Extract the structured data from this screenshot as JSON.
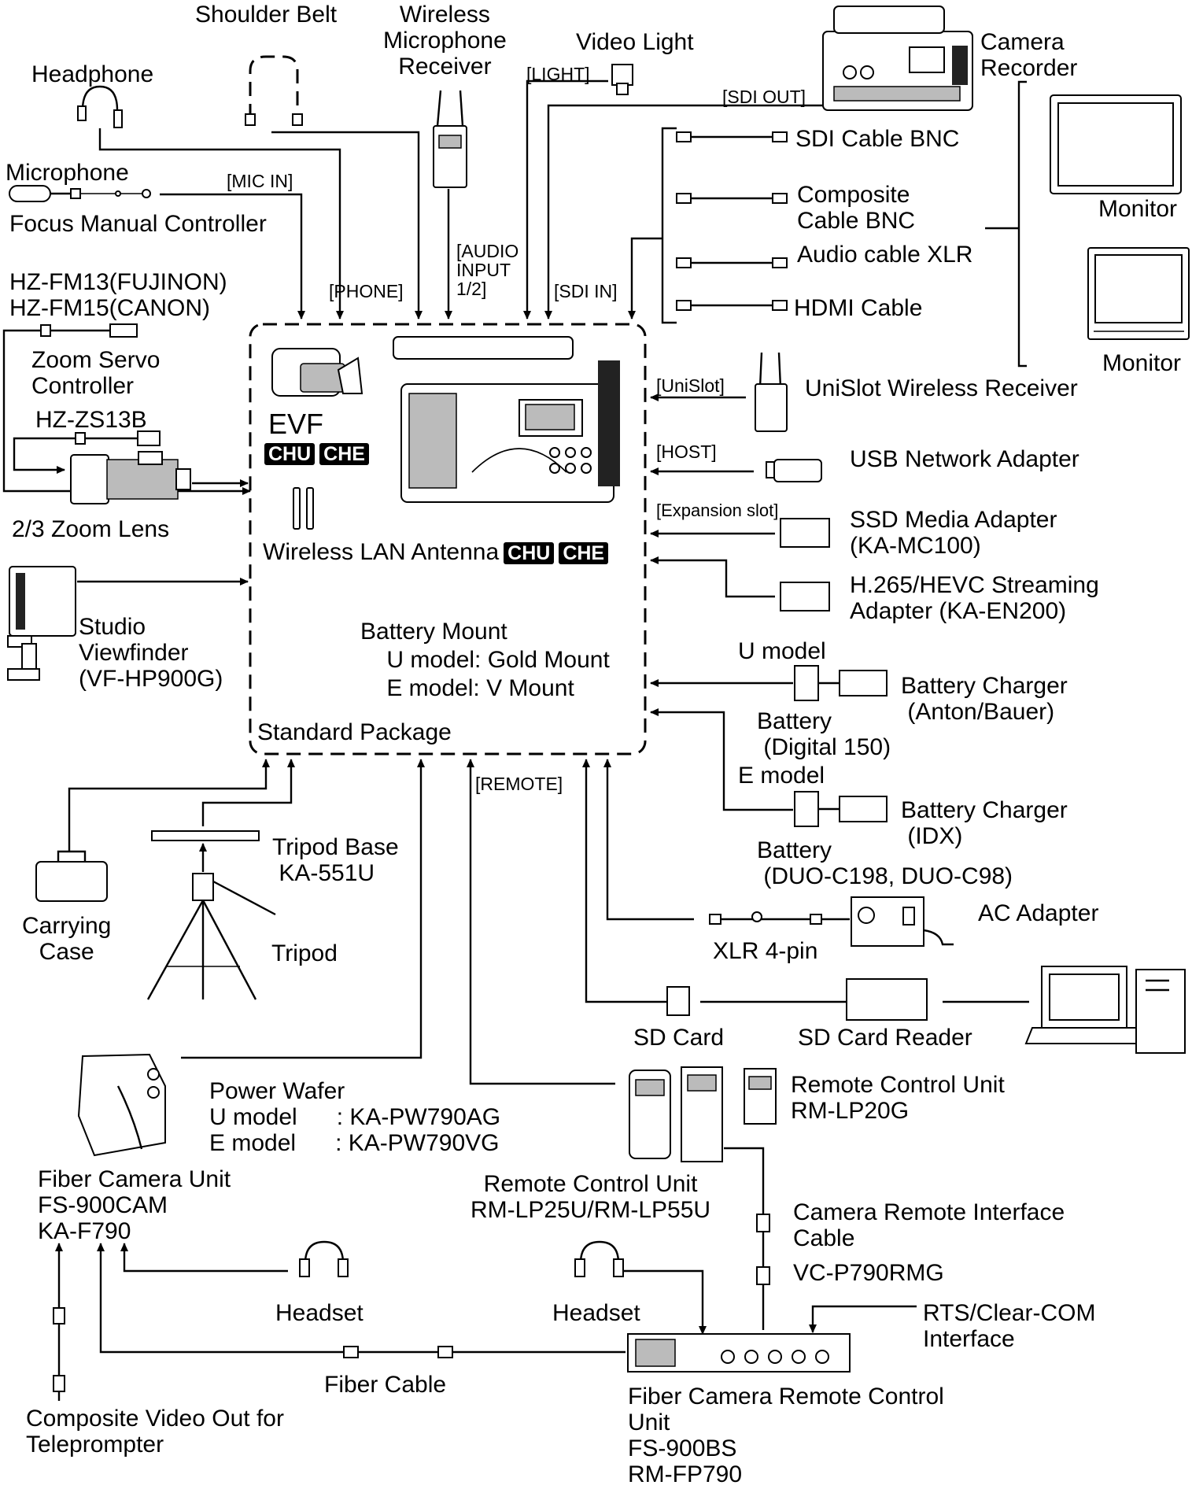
{
  "labels": {
    "shoulder_belt": "Shoulder Belt",
    "wireless_mic_receiver": "Wireless\nMicrophone\nReceiver",
    "video_light": "Video Light",
    "camera_recorder": "Camera\nRecorder",
    "headphone": "Headphone",
    "microphone": "Microphone",
    "focus_manual_controller": "Focus Manual Controller",
    "hz_fm": "HZ-FM13(FUJINON)\nHZ-FM15(CANON)",
    "zoom_servo_controller": "Zoom Servo\nController",
    "hz_zs13b": "HZ-ZS13B",
    "zoom_lens": "2/3 Zoom Lens",
    "studio_viewfinder": "Studio\nViewfinder\n(VF-HP900G)",
    "evf": "EVF",
    "chu": "CHU",
    "che": "CHE",
    "wireless_lan_antenna": "Wireless LAN Antenna",
    "battery_mount": "Battery Mount\n    U model: Gold Mount\n    E model: V Mount",
    "standard_package": "Standard Package",
    "sdi_cable_bnc": "SDI Cable BNC",
    "composite_cable_bnc": "Composite\nCable BNC",
    "audio_cable_xlr": "Audio cable XLR",
    "hdmi_cable": "HDMI Cable",
    "monitor_1": "Monitor",
    "monitor_2": "Monitor",
    "unislot_receiver": "UniSlot Wireless Receiver",
    "usb_network_adapter": "USB Network Adapter",
    "ssd_media_adapter": "SSD Media Adapter\n(KA-MC100)",
    "streaming_adapter": "H.265/HEVC Streaming\nAdapter (KA-EN200)",
    "u_model": "U model",
    "battery_u": "Battery\n (Digital 150)",
    "charger_u": "Battery Charger\n (Anton/Bauer)",
    "e_model": "E model",
    "battery_e": "Battery\n (DUO-C198, DUO-C98)",
    "charger_e": "Battery Charger\n (IDX)",
    "ac_adapter": "AC Adapter",
    "xlr_4pin": "XLR 4-pin",
    "sd_card": "SD Card",
    "sd_card_reader": "SD Card Reader",
    "carrying_case": "Carrying\nCase",
    "tripod_base": "Tripod Base\n KA-551U",
    "tripod": "Tripod",
    "power_wafer": "Power Wafer\nU model      : KA-PW790AG\nE model      : KA-PW790VG",
    "remote_control_unit_rmlp20g": "Remote Control Unit\nRM-LP20G",
    "remote_control_unit_rmlp25": "Remote Control Unit\nRM-LP25U/RM-LP55U",
    "fiber_camera_unit": "Fiber Camera Unit\nFS-900CAM\nKA-F790",
    "camera_remote_interface_cable": "Camera Remote Interface\nCable",
    "vc_p790rmg": "VC-P790RMG",
    "headset_1": "Headset",
    "headset_2": "Headset",
    "rts_clear_com": "RTS/Clear-COM\nInterface",
    "fiber_cable": "Fiber Cable",
    "composite_video_out": "Composite Video Out for\nTeleprompter",
    "fiber_camera_remote_control_unit": "Fiber Camera Remote Control\nUnit\nFS-900BS\nRM-FP790"
  },
  "ports": {
    "mic_in": "[MIC IN]",
    "phone": "[PHONE]",
    "audio_input": "[AUDIO\nINPUT\n1/2]",
    "light": "[LIGHT]",
    "sdi_out": "[SDI OUT]",
    "sdi_in": "[SDI IN]",
    "unislot": "[UniSlot]",
    "host": "[HOST]",
    "expansion_slot": "[Expansion slot]",
    "remote": "[REMOTE]"
  }
}
